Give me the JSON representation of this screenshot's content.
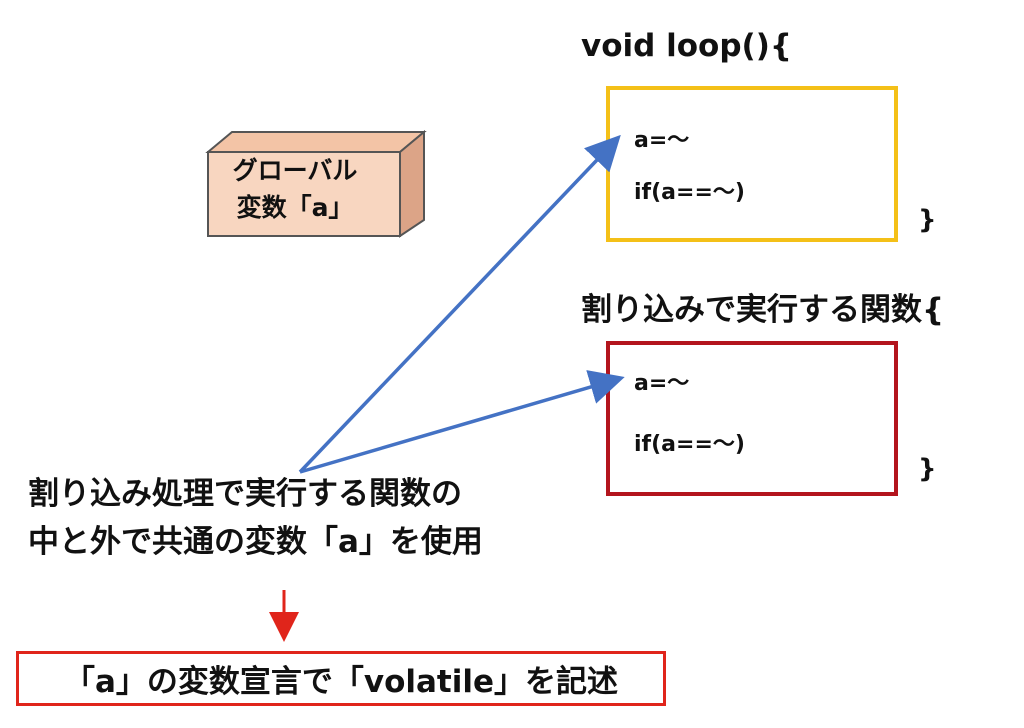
{
  "global_variable": {
    "line1": "グローバル",
    "line2": "変数「a」"
  },
  "loop_block": {
    "heading": "void loop(){",
    "line1": "a=〜",
    "line2": "if(a==〜)",
    "closing_brace": "}"
  },
  "interrupt_block": {
    "heading": "割り込みで実行する関数{",
    "line1": "a=〜",
    "line2": "if(a==〜)",
    "closing_brace": "}"
  },
  "description": {
    "line1": "割り込み処理で実行する関数の",
    "line2": "中と外で共通の変数「a」を使用"
  },
  "conclusion": "「a」の変数宣言で「volatile」を記述",
  "colors": {
    "loop_border": "#f4c018",
    "interrupt_border": "#b3151d",
    "conclusion_border": "#e0251b",
    "arrow_blue": "#4472c4",
    "arrow_red": "#e0251b",
    "cube_fill": "#f8d6c0"
  }
}
